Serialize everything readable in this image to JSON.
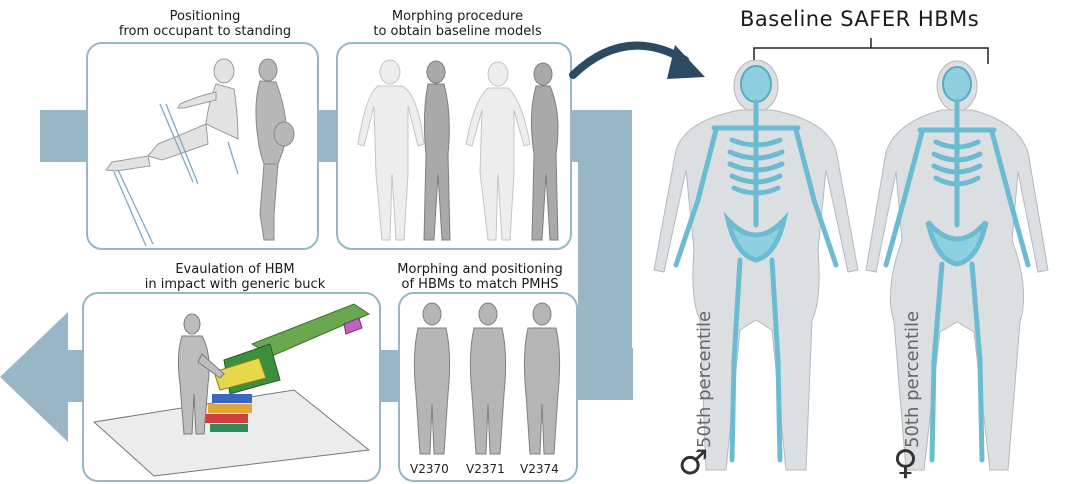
{
  "steps": [
    {
      "caption_line1": "Positioning",
      "caption_line2": "from occupant to standing"
    },
    {
      "caption_line1": "Morphing procedure",
      "caption_line2": "to obtain baseline models"
    },
    {
      "caption_line1": "Morphing and positioning",
      "caption_line2": "of HBMs to match PMHS"
    },
    {
      "caption_line1": "Evaulation of HBM",
      "caption_line2": "in impact with generic buck"
    }
  ],
  "pmhs_ids": [
    "V2370",
    "V2371",
    "V2374"
  ],
  "baseline": {
    "title": "Baseline SAFER HBMs",
    "models": [
      {
        "label": "50th percentile",
        "symbol": "♂"
      },
      {
        "label": "50th percentile",
        "symbol": "♀"
      }
    ]
  },
  "colors": {
    "flow": "#98b6c6",
    "skeleton": "#7cc3d6",
    "body": "#d9dcde",
    "arrow": "#2b4a63"
  }
}
